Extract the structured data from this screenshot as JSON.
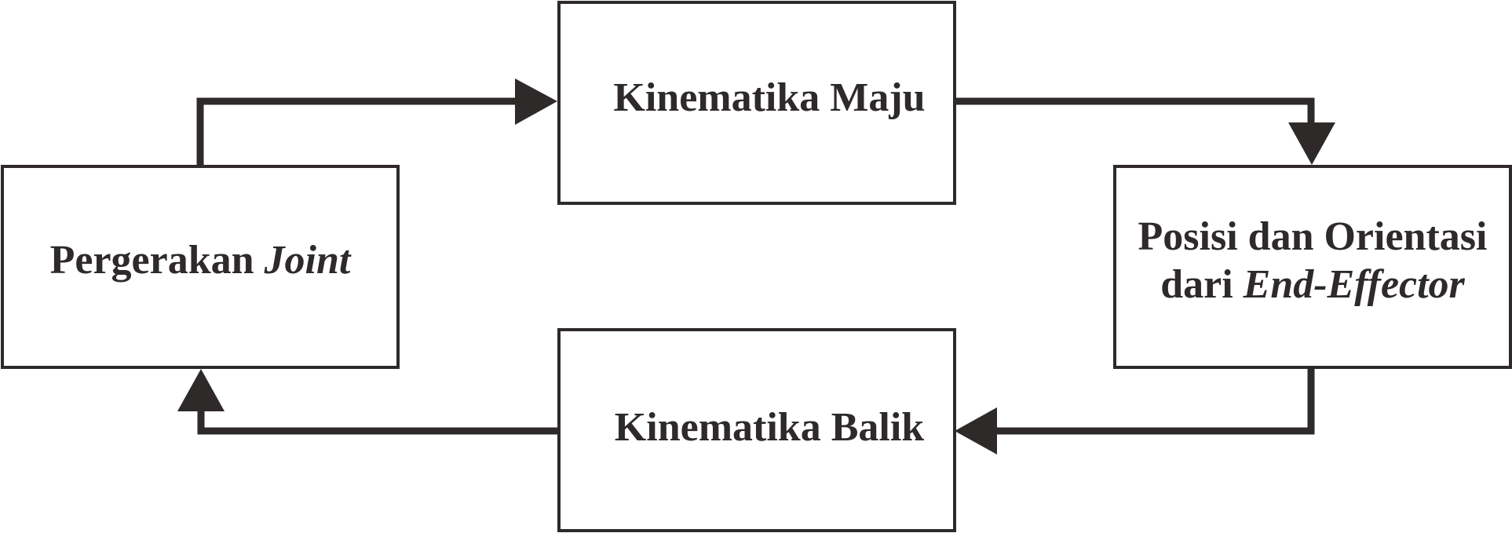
{
  "diagram": {
    "nodes": {
      "joint": {
        "text": "Pergerakan ",
        "text_italic": "Joint"
      },
      "forward": {
        "text": "Kinematika Maju"
      },
      "pose": {
        "line1": "Posisi dan Orientasi",
        "line2_text": "dari ",
        "line2_italic": "End-Effector"
      },
      "inverse": {
        "text": "Kinematika Balik"
      }
    },
    "edges": [
      {
        "from": "Pergerakan Joint",
        "to": "Kinematika Maju"
      },
      {
        "from": "Kinematika Maju",
        "to": "Posisi dan Orientasi dari End-Effector"
      },
      {
        "from": "Posisi dan Orientasi dari End-Effector",
        "to": "Kinematika Balik"
      },
      {
        "from": "Kinematika Balik",
        "to": "Pergerakan Joint"
      }
    ],
    "colors": {
      "stroke": "#2f2a2a",
      "background": "#ffffff"
    }
  }
}
